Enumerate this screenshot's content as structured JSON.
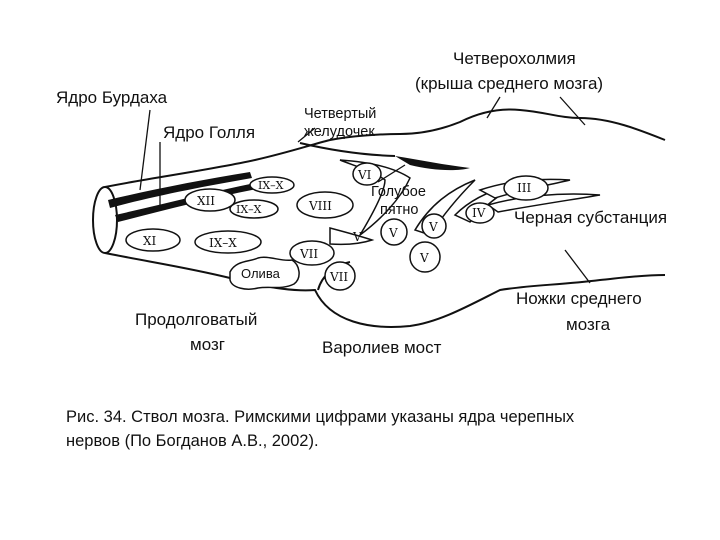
{
  "labels": {
    "chetverokholmiya": "Четверохолмия",
    "krysha": "(крыша среднего мозга)",
    "burdakh": "Ядро Бурдаха",
    "goll": "Ядро Голля",
    "zheludochek_1": "Четвертый",
    "zheludochek_2": "желудочек",
    "goluboe_1": "Голубое",
    "goluboe_2": "пятно",
    "chernaya": "Черная субстанция",
    "nozhki_1": "Ножки среднего",
    "nozhki_2": "мозга",
    "prodolgovaty_1": "Продолговатый",
    "prodolgovaty_2": "мозг",
    "varoliev": "Варолиев мост"
  },
  "nuclei": {
    "xii": "XII",
    "xi": "XI",
    "ix_x_top": "IX–X",
    "ix_x_mid": "IX–X",
    "ix_x_low": "IX–X",
    "viii": "VIII",
    "vii_a": "VII",
    "vii_b": "VII",
    "vi": "VI",
    "v_1": "V",
    "v_2": "V",
    "v_3": "V",
    "v_4": "V",
    "iv": "IV",
    "iii": "III",
    "oliva": "Олива"
  },
  "caption": {
    "line1": "Рис. 34. Ствол мозга. Римскими цифрами указаны ядра черепных",
    "line2": "нервов (По Богданов А.В., 2002)."
  }
}
